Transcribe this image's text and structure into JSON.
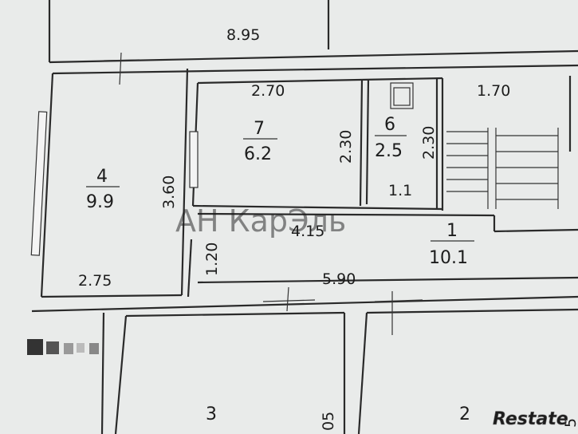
{
  "dimensions": {
    "top_width": "8.95",
    "room7_width": "2.70",
    "stair_width": "1.70",
    "room7_height": "2.30",
    "room6_height": "2.30",
    "room6_width": "1.1",
    "room4_height": "3.60",
    "corridor_width": "4.15",
    "corridor_height": "1.20",
    "room4_width": "2.75",
    "hall_width": "5.90",
    "room3_side": "05",
    "room2_side": "5"
  },
  "rooms": {
    "r4": {
      "number": "4",
      "area": "9.9"
    },
    "r7": {
      "number": "7",
      "area": "6.2"
    },
    "r6": {
      "number": "6",
      "area": "2.5"
    },
    "r1": {
      "number": "1",
      "area": "10.1"
    },
    "r3": {
      "number": "3"
    },
    "r2": {
      "number": "2"
    }
  },
  "watermark": "АН КарЭль",
  "logo": "Restate",
  "colors": {
    "paper": "#e9ebea",
    "ink": "#2a2a2a"
  }
}
